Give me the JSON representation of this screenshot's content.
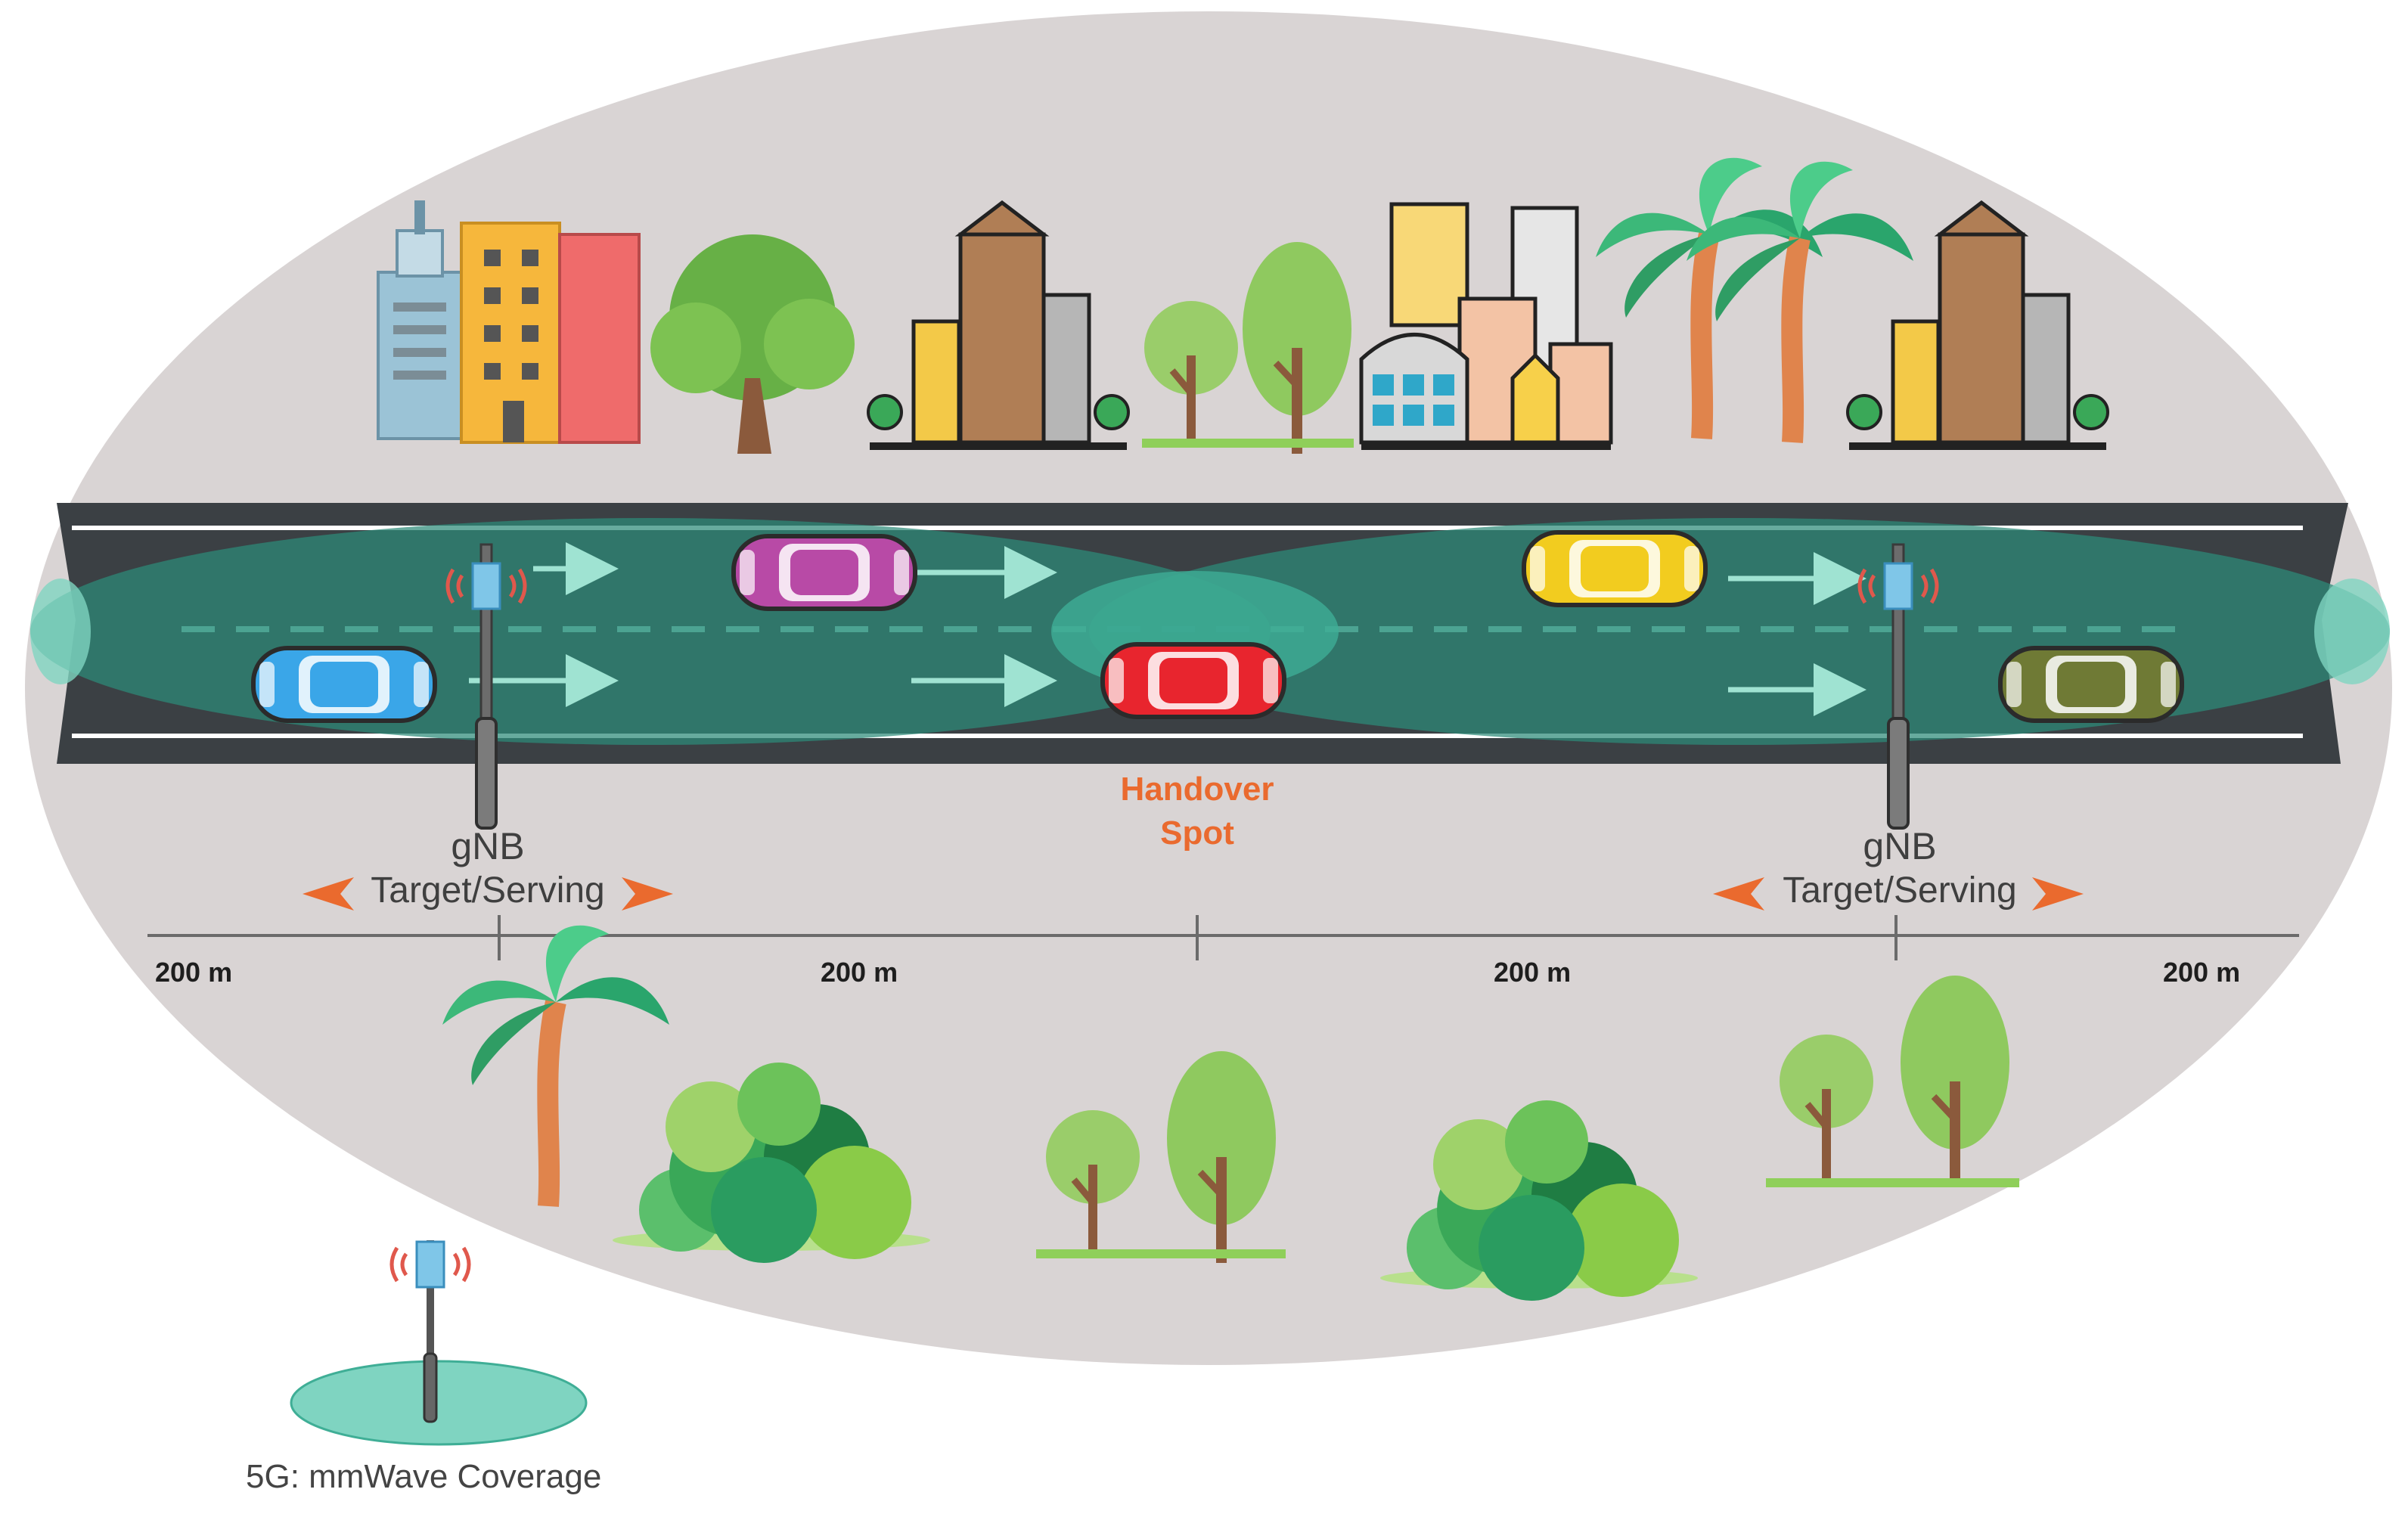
{
  "colors": {
    "background_ellipse": "#d9d4d4",
    "road": "#3b4044",
    "coverage": "#2c8a78",
    "coverage_light": "#7fd4c1",
    "handover_text": "#ea6a2e",
    "arrow": "#9fe3d2"
  },
  "gnb_left": {
    "name": "gNB",
    "role": "Target/Serving"
  },
  "gnb_right": {
    "name": "gNB",
    "role": "Target/Serving"
  },
  "handover": {
    "line1": "Handover",
    "line2": "Spot"
  },
  "distances": [
    "200 m",
    "200 m",
    "200 m",
    "200 m"
  ],
  "legend": {
    "label": "5G: mmWave Coverage"
  },
  "cars": [
    {
      "name": "car-blue",
      "color": "#3aa6e8"
    },
    {
      "name": "car-magenta",
      "color": "#b84aa6"
    },
    {
      "name": "car-red",
      "color": "#e8252e"
    },
    {
      "name": "car-yellow",
      "color": "#f2cc1f"
    },
    {
      "name": "car-olive",
      "color": "#6f7a35"
    }
  ]
}
